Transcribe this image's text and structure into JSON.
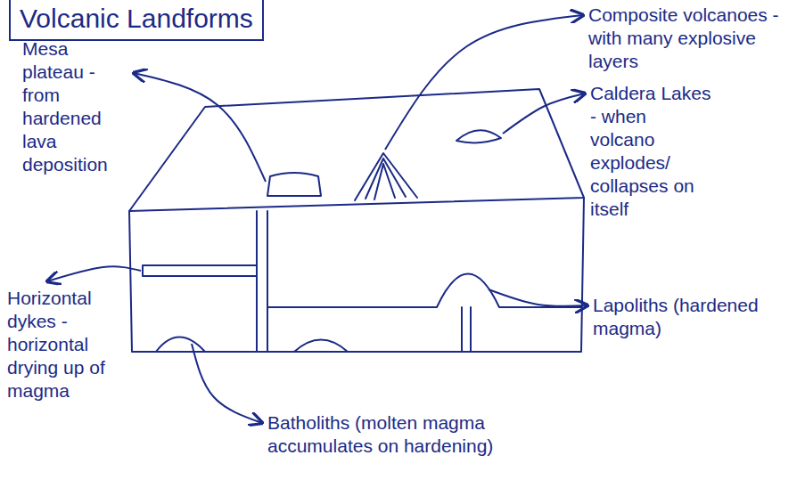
{
  "diagram": {
    "title": "Volcanic Landforms",
    "labels": [
      "Composite volcanoes - with many explosive layers",
      "Mesa plateau - from hardened lava deposition",
      "Caldera Lakes - when volcano explodes/ collapses on itself",
      "Horizontal dykes - horizontal drying up of magma",
      "Lapoliths (hardened magma)",
      "Batholiths (molten magma accumulates on hardening)"
    ]
  }
}
